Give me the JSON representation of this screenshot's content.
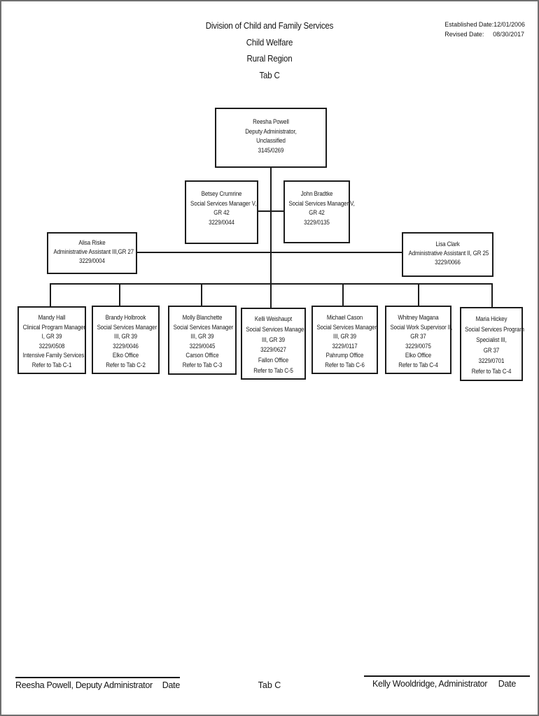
{
  "document": {
    "title_lines": [
      "Division of Child and Family Services",
      "Child Welfare",
      "Rural Region",
      "Tab C"
    ],
    "established_label": "Established Date:",
    "established_value": "12/01/2006",
    "revised_label": "Revised Date:",
    "revised_value": "08/30/2017",
    "footer": {
      "left_signature": "Reesha Powell, Deputy Administrator",
      "left_date_label": "Date",
      "center_tab": "Tab C",
      "right_signature": "Kelly Wooldridge,  Administrator",
      "right_date_label": "Date"
    }
  },
  "org": {
    "nodes": [
      {
        "lines": [
          "Reesha Powell",
          "Deputy Administrator,",
          "Unclassified",
          "3145/0269"
        ]
      },
      {
        "lines": [
          "Betsey Crumrine",
          "Social Services Manager V,",
          "GR 42",
          "3229/0044"
        ]
      },
      {
        "lines": [
          "John Bradtke",
          "Social Services Manager V,",
          "GR 42",
          "3229/0135"
        ]
      },
      {
        "lines": [
          "Alisa Riske",
          "Administrative Assistant III,GR 27",
          "3229/0004"
        ]
      },
      {
        "lines": [
          "Lisa Clark",
          "Administrative Assistant II, GR 25",
          "3229/0066"
        ]
      },
      {
        "lines": [
          "Mandy Hall",
          "Clinical Program Manager",
          "I, GR 39",
          "3229/0508",
          "Intensive Family Services",
          "Refer to Tab C-1"
        ]
      },
      {
        "lines": [
          "Brandy Holbrook",
          "Social Services Manager",
          "III, GR 39",
          "3229/0046",
          "Elko Office",
          "Refer to Tab C-2"
        ]
      },
      {
        "lines": [
          "Molly Blanchette",
          "Social Services Manager",
          "III, GR 39",
          "3229/0045",
          "Carson Office",
          "Refer to Tab C-3"
        ]
      },
      {
        "lines": [
          "Kelli Weishaupt",
          "Social Services Manager",
          "III, GR 39",
          "3229/0627",
          "Fallon Office",
          "Refer to Tab C-5"
        ]
      },
      {
        "lines": [
          "Michael Cason",
          "Social Services Manager",
          "III, GR 39",
          "3229/0117",
          "Pahrump Office",
          "Refer to Tab C-6"
        ]
      },
      {
        "lines": [
          "Whitney Magana",
          "Social Work Supervisor II,",
          "GR 37",
          "3229/0075",
          "Elko Office",
          "Refer to Tab C-4"
        ]
      },
      {
        "lines": [
          "Maria Hickey",
          "Social Services Program",
          "Specialist III,",
          "GR 37",
          "3229/0701",
          "Refer to Tab C-4"
        ]
      }
    ]
  },
  "colors": {
    "ink": "#1c1c1c",
    "page_border": "#6f6f6f",
    "background": "#ffffff"
  }
}
